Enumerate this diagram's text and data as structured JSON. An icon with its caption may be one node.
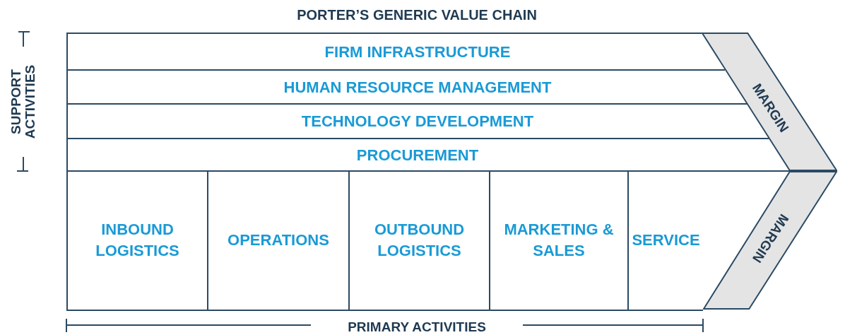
{
  "diagram": {
    "title": "PORTER’S GENERIC VALUE CHAIN",
    "nodes": [
      {
        "text": [
          "FIRM INFRASTRUCTURE"
        ]
      },
      {
        "text": [
          "HUMAN RESOURCE MANAGEMENT"
        ]
      },
      {
        "text": [
          "TECHNOLOGY DEVELOPMENT"
        ]
      },
      {
        "text": [
          "PROCUREMENT"
        ]
      },
      {
        "text": [
          "INBOUND LOGISTICS"
        ]
      },
      {
        "text": [
          "OPERATIONS"
        ]
      },
      {
        "text": [
          "OUTBOUND LOGISTICS"
        ]
      },
      {
        "text": [
          "MARKETING & SALES"
        ]
      },
      {
        "text": [
          "SERVICE"
        ]
      },
      {
        "text": [
          "MARGIN"
        ]
      },
      {
        "text": [
          "MARGIN"
        ]
      }
    ],
    "labels": [
      "SUPPORT ACTIVITIES",
      "PRIMARY ACTIVITIES"
    ]
  }
}
